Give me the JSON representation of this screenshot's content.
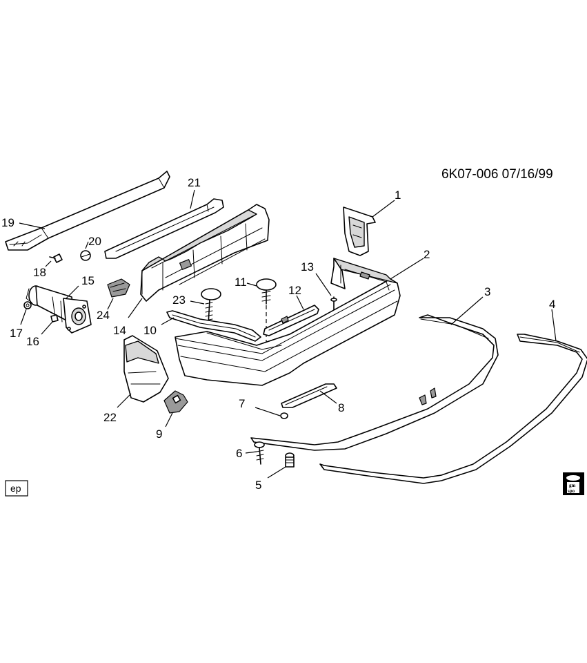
{
  "header": {
    "doc_id": "6K07-006  07/16/99"
  },
  "callouts": [
    {
      "id": "c1",
      "text": "1"
    },
    {
      "id": "c2",
      "text": "2"
    },
    {
      "id": "c3",
      "text": "3"
    },
    {
      "id": "c4",
      "text": "4"
    },
    {
      "id": "c5",
      "text": "5"
    },
    {
      "id": "c6",
      "text": "6"
    },
    {
      "id": "c7",
      "text": "7"
    },
    {
      "id": "c8",
      "text": "8"
    },
    {
      "id": "c9",
      "text": "9"
    },
    {
      "id": "c10",
      "text": "10"
    },
    {
      "id": "c11",
      "text": "11"
    },
    {
      "id": "c12",
      "text": "12"
    },
    {
      "id": "c13",
      "text": "13"
    },
    {
      "id": "c14",
      "text": "14"
    },
    {
      "id": "c15",
      "text": "15"
    },
    {
      "id": "c16",
      "text": "16"
    },
    {
      "id": "c17",
      "text": "17"
    },
    {
      "id": "c18",
      "text": "18"
    },
    {
      "id": "c19",
      "text": "19"
    },
    {
      "id": "c20",
      "text": "20"
    },
    {
      "id": "c21",
      "text": "21"
    },
    {
      "id": "c22",
      "text": "22"
    },
    {
      "id": "c23",
      "text": "23"
    },
    {
      "id": "c24",
      "text": "24"
    }
  ],
  "footer": {
    "ep_label": "ep",
    "logo_line1": "gm",
    "logo_line2": "spo"
  }
}
